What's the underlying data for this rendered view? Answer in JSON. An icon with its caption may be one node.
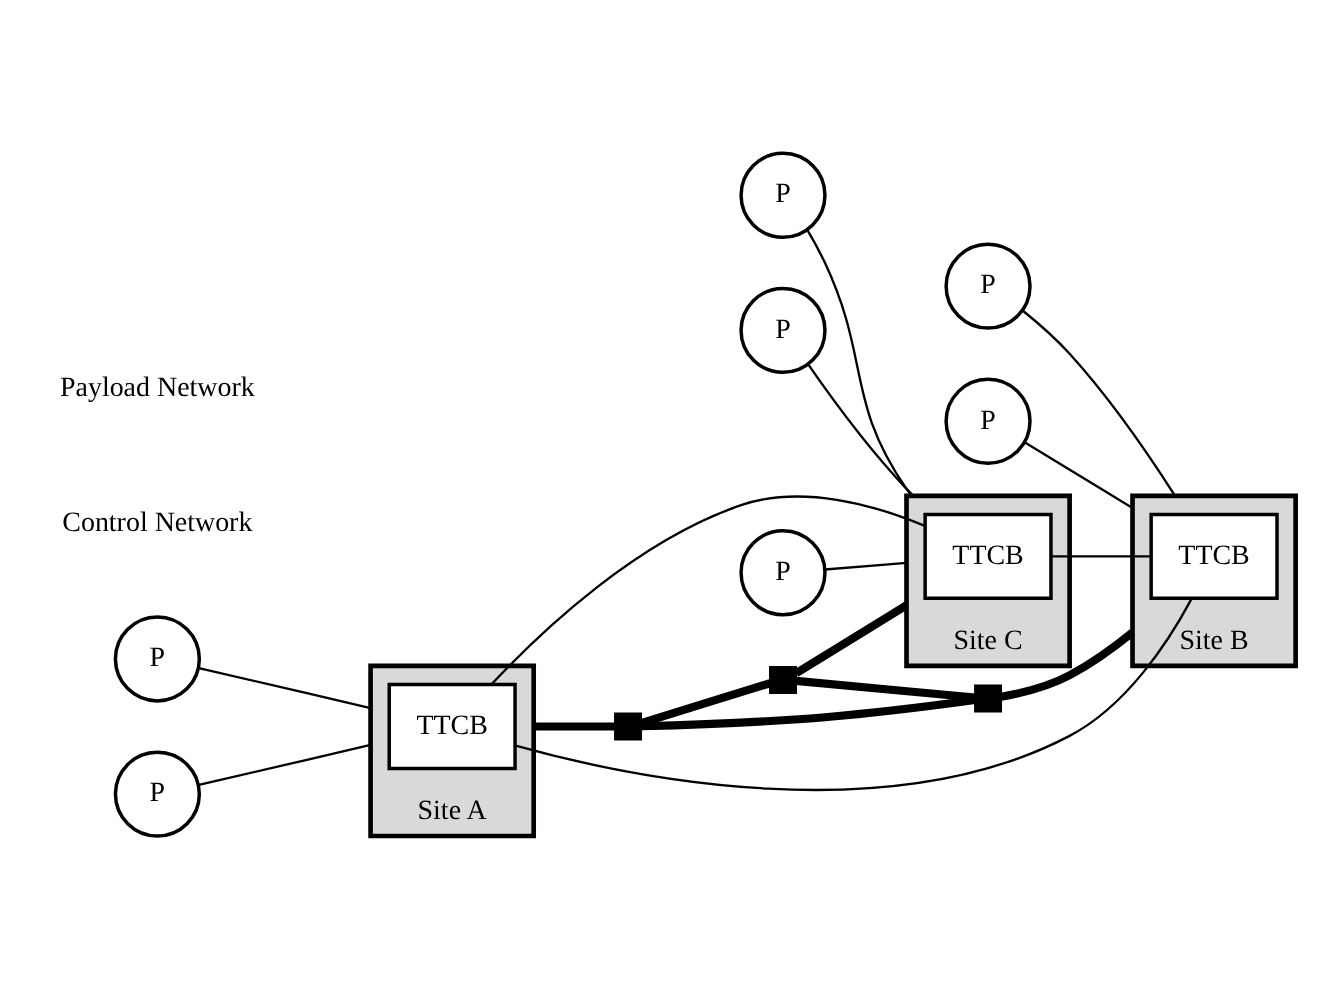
{
  "diagram": {
    "nodes": [
      {
        "text": [
          "Site A"
        ]
      },
      {
        "text": [
          "TTCB"
        ],
        "in": 0
      },
      {
        "text": [
          "Site C"
        ]
      },
      {
        "text": [
          "TTCB"
        ],
        "in": 2
      },
      {
        "text": [
          "Site B"
        ]
      },
      {
        "text": [
          "TTCB"
        ],
        "in": 4
      },
      {
        "text": [
          "P"
        ]
      },
      {
        "text": [
          "P"
        ]
      },
      {
        "text": [
          "P"
        ]
      },
      {
        "text": [
          "P"
        ]
      },
      {
        "text": [
          "P"
        ]
      },
      {
        "text": [
          "P"
        ]
      },
      {
        "text": [
          "P"
        ]
      },
      {
        "text": [],
        "shape": "box"
      },
      {
        "text": [],
        "shape": "box"
      },
      {
        "text": [],
        "shape": "box"
      }
    ],
    "edges": [
      {
        "from": 6,
        "to": 0,
        "arrow": "none"
      },
      {
        "from": 7,
        "to": 0,
        "arrow": "none"
      },
      {
        "from": 8,
        "to": 2,
        "arrow": "none"
      },
      {
        "from": 9,
        "to": 2,
        "arrow": "none"
      },
      {
        "from": 10,
        "to": 2,
        "arrow": "none"
      },
      {
        "from": 11,
        "to": 4,
        "arrow": "none"
      },
      {
        "from": 12,
        "to": 4,
        "arrow": "none"
      },
      {
        "from": 0,
        "to": 13,
        "arrow": "none",
        "style": "thick"
      },
      {
        "from": 13,
        "to": 14,
        "arrow": "none",
        "style": "thick"
      },
      {
        "from": 13,
        "to": 15,
        "arrow": "none",
        "style": "thick"
      },
      {
        "from": 14,
        "to": 2,
        "arrow": "none",
        "style": "thick"
      },
      {
        "from": 14,
        "to": 15,
        "arrow": "none",
        "style": "thick"
      },
      {
        "from": 15,
        "to": 4,
        "arrow": "none",
        "style": "thick"
      },
      {
        "from": 1,
        "to": 3,
        "arrow": "none"
      },
      {
        "from": 3,
        "to": 5,
        "arrow": "none"
      },
      {
        "from": 1,
        "to": 5,
        "arrow": "none"
      }
    ],
    "labels": [
      "Control Network",
      "Payload Network"
    ]
  }
}
